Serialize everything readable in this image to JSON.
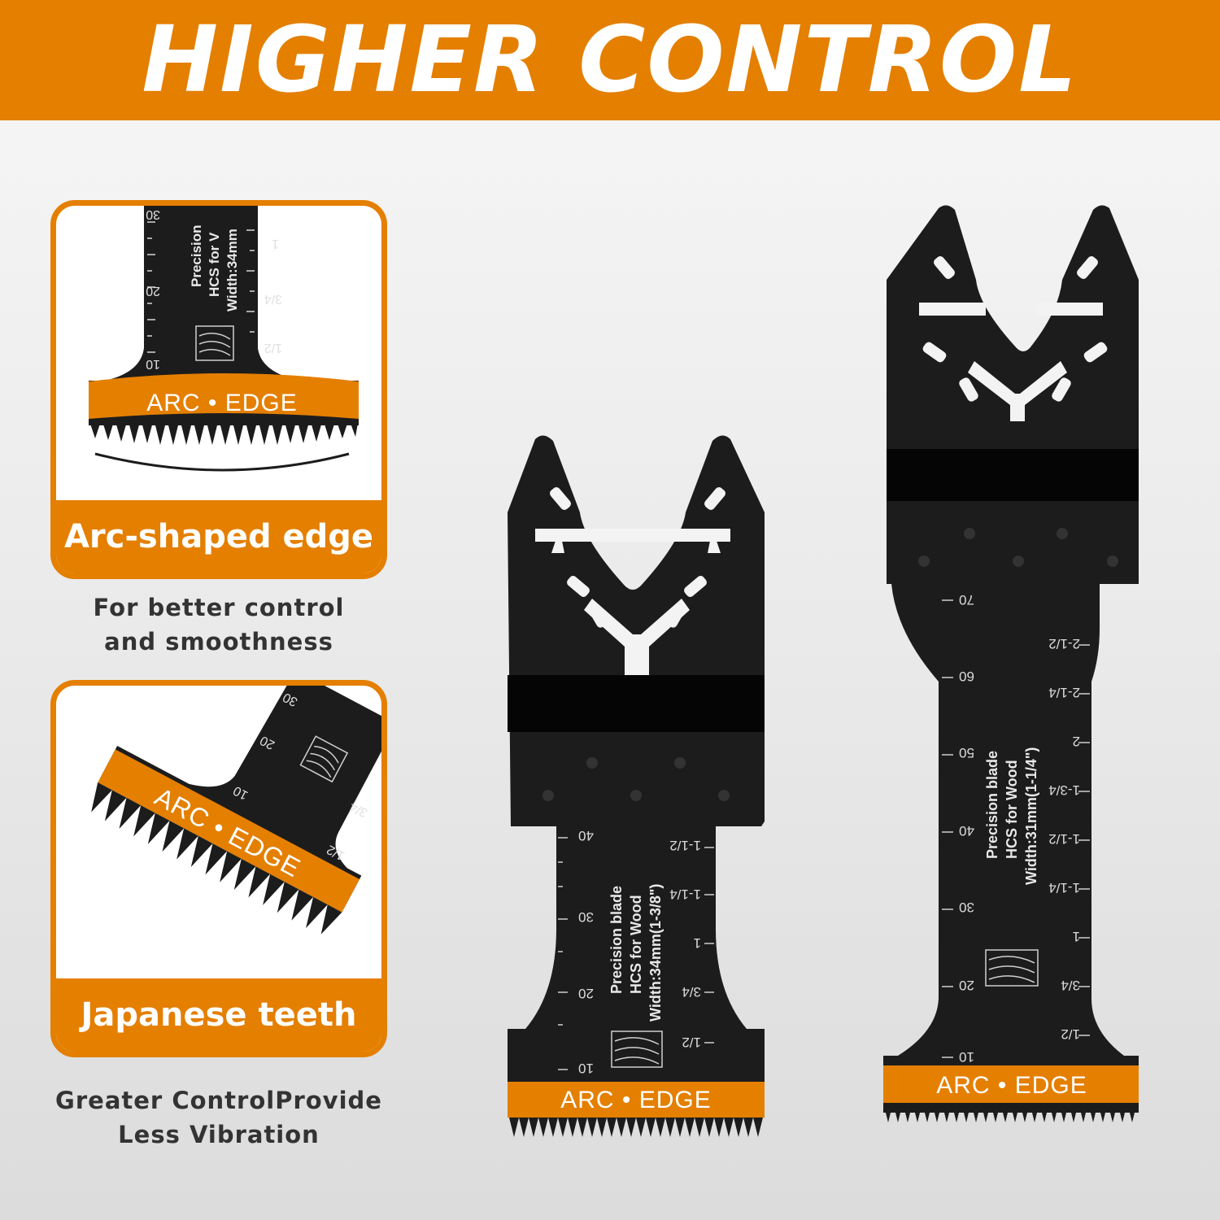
{
  "header": {
    "title": "HIGHER CONTROL"
  },
  "features": [
    {
      "label": "Arc-shaped edge",
      "caption_line1": "For better control",
      "caption_line2": "and smoothness"
    },
    {
      "label": "Japanese teeth",
      "caption_line1": "Greater ControlProvide",
      "caption_line2": "Less Vibration"
    }
  ],
  "blades": [
    {
      "brand": "ARC • EDGE",
      "text_line1": "Precision blade",
      "text_line2": "HCS for Wood",
      "text_line3": "Width:34mm(1-3/8\")",
      "metric_ticks": [
        "40",
        "30",
        "20",
        "10"
      ],
      "inch_ticks": [
        "1-1/2",
        "1-1/4",
        "1",
        "3/4",
        "1/2"
      ]
    },
    {
      "brand": "ARC • EDGE",
      "text_line1": "Precision blade",
      "text_line2": "HCS for Wood",
      "text_line3": "Width:31mm(1-1/4\")",
      "metric_ticks": [
        "70",
        "60",
        "50",
        "40",
        "30",
        "20",
        "10"
      ],
      "inch_ticks": [
        "2-1/2",
        "2-1/4",
        "2",
        "1-3/4",
        "1-1/2",
        "1-1/4",
        "1",
        "3/4",
        "1/2"
      ]
    }
  ],
  "closeups": {
    "card1_metric_ticks": [
      "30",
      "20",
      "10"
    ],
    "card1_inch_ticks": [
      "1",
      "3/4",
      "1/2"
    ],
    "card1_text_line1": "Precision",
    "card1_text_line2": "HCS for V",
    "card1_text_line3": "Width:34mm",
    "card2_metric_ticks": [
      "30",
      "20",
      "10"
    ],
    "card2_inch_ticks": [
      "3/4",
      "1/2"
    ]
  },
  "colors": {
    "accent": "#e47f00",
    "blade": "#1c1c1c",
    "text_on_accent": "#ffffff"
  }
}
